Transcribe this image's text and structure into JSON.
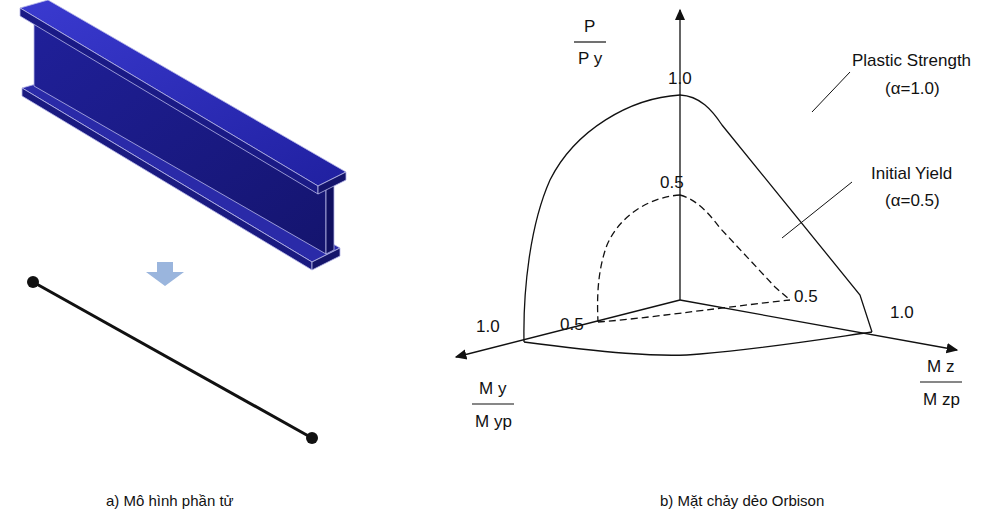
{
  "diagram": {
    "labels": [
      "P",
      "P y",
      "1.0",
      "0.5",
      "Plastic Strength",
      "(α=1.0)",
      "Initial Yield",
      "(α=0.5)",
      "0.5",
      "0.5",
      "1.0",
      "1.0",
      "M y",
      "M yp",
      "M z",
      "M zp",
      "a) Mô hình phần tử",
      "b) Mặt chảy dẻo Orbison"
    ]
  }
}
